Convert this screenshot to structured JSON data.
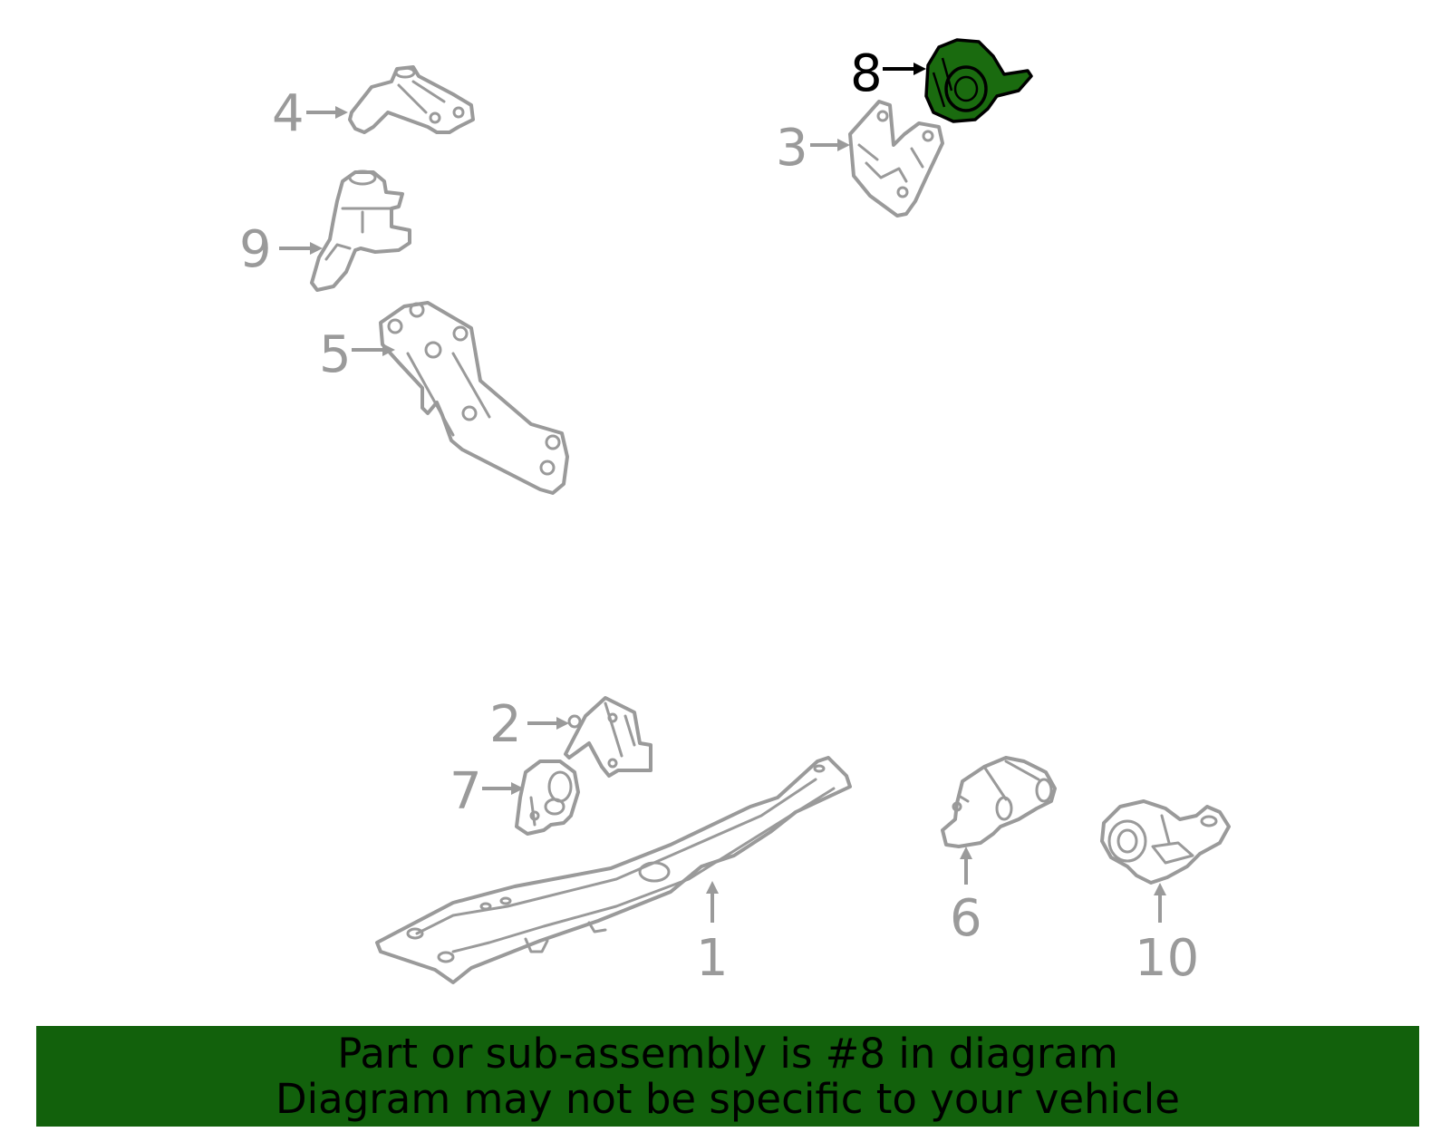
{
  "callouts": {
    "c1": "1",
    "c2": "2",
    "c3": "3",
    "c4": "4",
    "c5": "5",
    "c6": "6",
    "c7": "7",
    "c8": "8",
    "c9": "9",
    "c10": "10"
  },
  "highlighted_part": "8",
  "colors": {
    "highlight_fill": "#1a6b0f",
    "banner_background": "#12610c",
    "part_outline": "#9a9a9a",
    "highlight_outline": "#000000"
  },
  "banner": {
    "line1": "Part or sub-assembly is #8 in diagram",
    "line2": "Diagram may not be specific to your vehicle"
  }
}
